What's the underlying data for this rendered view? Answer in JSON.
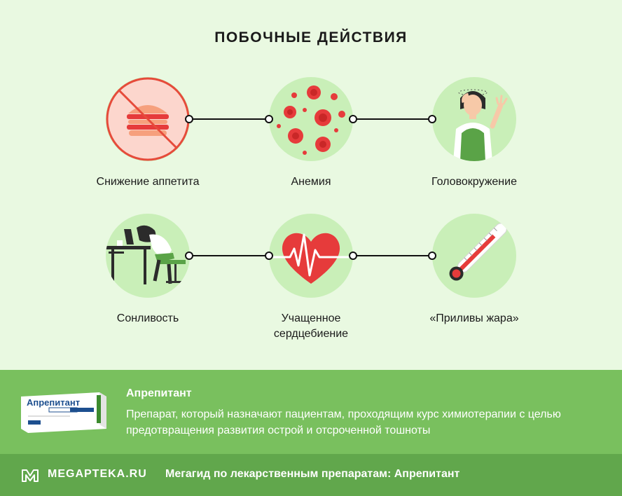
{
  "title": "ПОБОЧНЫЕ ДЕЙСТВИЯ",
  "effects": [
    {
      "label": "Снижение аппетита",
      "icon": "crossed-burger-icon"
    },
    {
      "label": "Анемия",
      "icon": "blood-cells-icon"
    },
    {
      "label": "Головокружение",
      "icon": "dizzy-woman-icon"
    },
    {
      "label": "Сонливость",
      "icon": "sleepy-worker-icon"
    },
    {
      "label": "Учащенное\nсердцебиение",
      "icon": "heartbeat-icon"
    },
    {
      "label": "«Приливы жара»",
      "icon": "thermometer-icon"
    }
  ],
  "drug": {
    "name": "Апрепитант",
    "description": "Препарат, который назначают пациентам, проходящим курс химиотерапии с целью предотвращения развития острой и отсроченной тошноты",
    "pack_label": "Апрепитант"
  },
  "footer": {
    "logo": "MEGAPTEKA.RU",
    "text": "Мегагид по лекарственным препаратам: Апрепитант"
  },
  "colors": {
    "background": "#e9f9e1",
    "circle": "#c9efb8",
    "info_bar": "#79c05e",
    "footer_bar": "#61a74c",
    "accent_red": "#e63b3b"
  }
}
